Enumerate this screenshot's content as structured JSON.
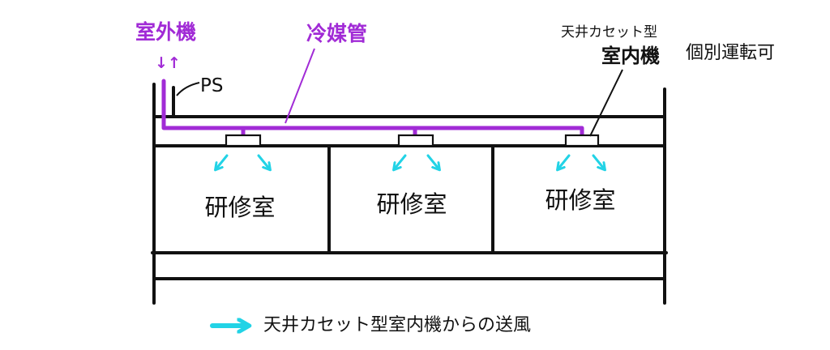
{
  "labels": {
    "outdoor_unit": "室外機",
    "refrigerant_pipe": "冷媒管",
    "ps": "PS",
    "ceiling_cassette_type": "天井カセット型",
    "indoor_unit": "室内機",
    "individual_operation": "個別運転可",
    "up_down_arrows": "↓↑"
  },
  "rooms": [
    {
      "label": "研修室"
    },
    {
      "label": "研修室"
    },
    {
      "label": "研修室"
    }
  ],
  "legend": {
    "text": "天井カセット型室内機からの送風"
  },
  "colors": {
    "pipe": "#a12bd6",
    "airflow": "#22d3e6",
    "structure": "#111111"
  }
}
